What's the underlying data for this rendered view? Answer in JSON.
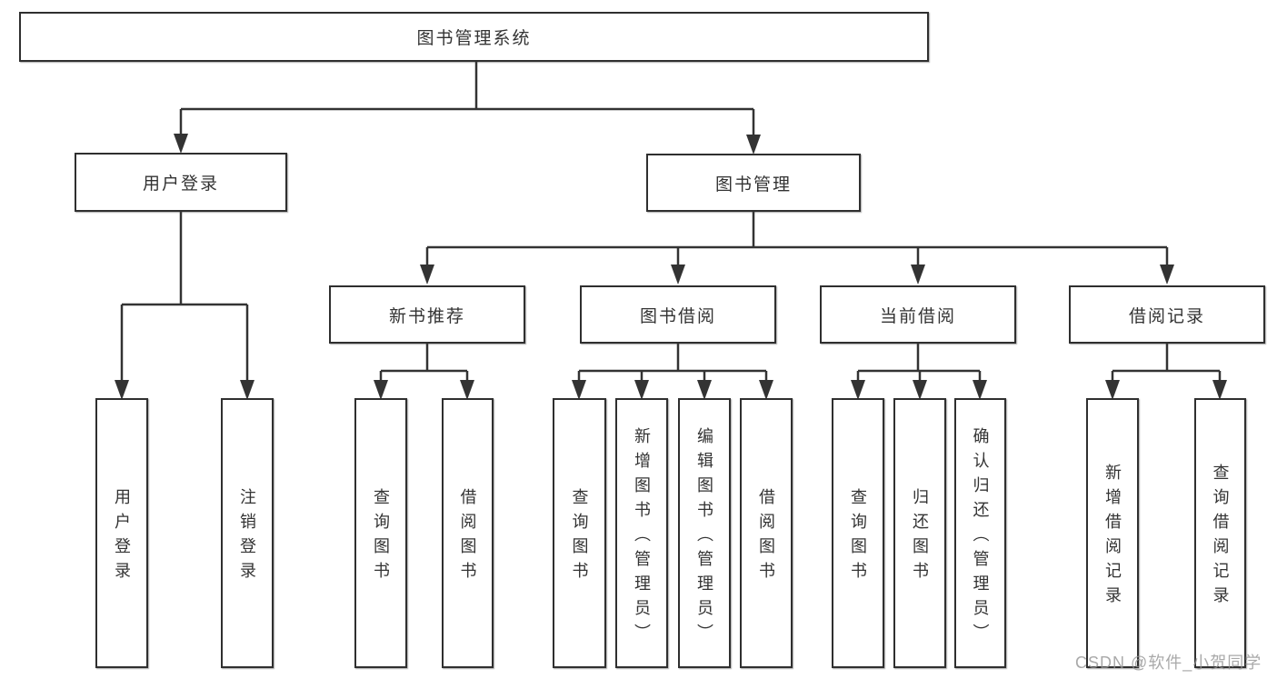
{
  "diagram": {
    "type": "tree",
    "title": "图书管理系统",
    "tree": {
      "label": "图书管理系统",
      "children": [
        {
          "label": "用户登录",
          "children": [
            {
              "label": "用户登录"
            },
            {
              "label": "注销登录"
            }
          ]
        },
        {
          "label": "图书管理",
          "children": [
            {
              "label": "新书推荐",
              "children": [
                {
                  "label": "查询图书"
                },
                {
                  "label": "借阅图书"
                }
              ]
            },
            {
              "label": "图书借阅",
              "children": [
                {
                  "label": "查询图书"
                },
                {
                  "label": "新增图书（管理员）"
                },
                {
                  "label": "编辑图书（管理员）"
                },
                {
                  "label": "借阅图书"
                }
              ]
            },
            {
              "label": "当前借阅",
              "children": [
                {
                  "label": "查询图书"
                },
                {
                  "label": "归还图书"
                },
                {
                  "label": "确认归还（管理员）"
                }
              ]
            },
            {
              "label": "借阅记录",
              "children": [
                {
                  "label": "新增借阅记录"
                },
                {
                  "label": "查询借阅记录"
                }
              ]
            }
          ]
        }
      ]
    },
    "watermark": "CSDN @软件_小贺同学",
    "colors": {
      "line": "#333333",
      "box_border": "#2f2f2f",
      "text": "#333333",
      "background": "#ffffff",
      "watermark": "#949494"
    }
  }
}
